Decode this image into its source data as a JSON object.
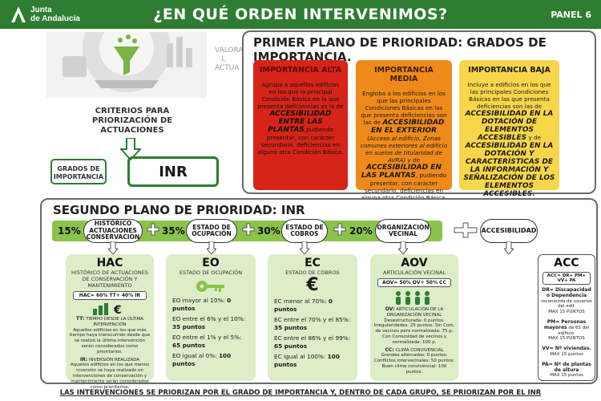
{
  "header": {
    "logo_text_1": "Junta",
    "logo_text_2": "de Andalucía",
    "title": "¿EN QUÉ ORDEN INTERVENIMOS?",
    "panel": "PANEL 6"
  },
  "left": {
    "faded_1": "VALORA",
    "faded_2": "L",
    "faded_3": "ACTUA",
    "criterios_1": "CRITERIOS PARA",
    "criterios_2": "PRIORIZACIÓN DE",
    "criterios_3": "ACTUACIONES",
    "grados_1": "GRADOS DE",
    "grados_2": "IMPORTANCIA",
    "inr": "INR"
  },
  "plan1": {
    "title": "PRIMER PLANO DE PRIORIDAD: GRADOS DE IMPORTANCIA.",
    "alta": {
      "title": "IMPORTANCIA ALTA",
      "t1": "Agrupa a aquellos edificios en los que la principal Condición Básica en la que presenta deficiencias es la de",
      "b1": "ACCESIBILIDAD ENTRE LAS PLANTAS",
      "t2": ",pudiendo presentar, con carácter secundario, deficiencias en alguna otra Condición Básica."
    },
    "media": {
      "title": "IMPORTANCIA MEDIA",
      "t1": "Engloba a los edificios en los que las principales Condiciones Básicas en las que presenta deficiencias son las de",
      "b1": "ACCESIBILIDAD EN EL EXTERIOR",
      "t2": "(Acceso al edificio, Zonas comunes exteriores al edificio en suelos de titularidad de AVRA) y de",
      "b2": "ACCESIBILIDAD EN LAS PLANTAS",
      "t3": ", pudiendo presentar, con carácter secundario, deficiencias en alguna otra Condición Básica."
    },
    "baja": {
      "title": "IMPORTANCIA BAJA",
      "t1": "Incluye a edificios en los que las principales Condiciones Básicas en las que presenta deficiencias son las de",
      "b1": "ACCESIBILIDAD EN LA DOTACIÓN DE ELEMENTOS ACCESIBLES",
      "t2": "y de",
      "b2": "ACCESIBILIDAD EN LA DOTACIÓN Y CARACTERÍSTICAS DE LA INFORMACIÓN Y SEÑALIZACIÓN DE LOS ELEMENTOS ACCESIBLES."
    }
  },
  "plan2": {
    "title": "SEGUNDO PLANO DE PRIORIDAD: INR",
    "pct1": "15%",
    "pill1": "HISTÓRICO ACTUACIONES CONSERVACIÓN",
    "pct2": "35%",
    "pill2": "ESTADO DE OCUPACIÓN",
    "pct3": "30%",
    "pill3": "ESTADO DE COBROS",
    "pct4": "20%",
    "pill4": "ORGANIZACIÓN VECINAL",
    "pill5": "ACCESIBILIDAD",
    "hac": {
      "title": "HAC",
      "sub": "HISTÓRICO DE ACTUACIONES DE CONSERVACIÓN Y MANTENIMIENTO",
      "formula": "HAC= 60% TT+ 40% IR",
      "tt_label": "TT:",
      "tt_text": "TIEMPO DESDE LA ÚLTIMA INTERVENCIÓN",
      "tt_desc": "Aquellos edificios en los que más tiempo haya transcurrido desde que se realizó la última intervención serán considerados como prioritarios.",
      "ir_label": "IR:",
      "ir_text": "INVERSIÓN REALIZADA",
      "ir_desc": "Aquellos edificios en los que menos inversión se haya realizado en intervenciones de conservación y mantenimiento serán considerados como prioritarios."
    },
    "eo": {
      "title": "EO",
      "sub": "ESTADO DE OCUPACIÓN",
      "r1": "EO mayor al 10%: ",
      "p1": "0 puntos",
      "r2": "EO entre el 6% y el 10%: ",
      "p2": "35 puntos",
      "r3": "EO entre el 1% y el 5%: ",
      "p3": "65 puntos",
      "r4": "EO igual al 0%: ",
      "p4": "100 puntos"
    },
    "ec": {
      "title": "EC",
      "sub": "ESTADO DE COBROS",
      "symbol": "€",
      "r1": "EC menor al 70%: ",
      "p1": "0 puntos",
      "r2": "EC entre el 70% y el 85%: ",
      "p2": "35 puntos",
      "r3": "EC entre el 86% y el 99%: ",
      "p3": "65 puntos",
      "r4": "EC igual al 100%: ",
      "p4": "100 puntos"
    },
    "aov": {
      "title": "AOV",
      "sub": "ARTICULACIÓN VECINAL",
      "formula": "AOV= 50% OV+ 50% CC",
      "ov_label": "OV:",
      "ov_text": "ARTICULACIÓN DE LA ORGANIZACIÓN VECINAL",
      "ov_desc": "Desestructurada: 0 puntos. Irregularidades: 25 puntos. Sin Com. de vecinos pero normalizada: 75 p. Con Comunidad de vecinos y normalizada: 100 p.",
      "cc_label": "CC:",
      "cc_text": "CLIMA CONVIVENCIAL",
      "cc_desc": "Grandes altercados: 0 puntos. Conflictos intervecinales: 50 puntos. Buen clima convivencial: 100 puntos."
    },
    "acc": {
      "title": "ACC",
      "formula": "ACC= DR+ PM+ VV+ PA",
      "dr_b": "DR= Discapacidad o Dependencia",
      "dr_t": "reconocida de usuarios del edif.",
      "dr_m": "MAX 15 PUNTOS",
      "pm_b": "PM= Personas mayores",
      "pm_t": "de 65 del edificio.",
      "pm_m": "MAX 15 PUNTOS",
      "vv_b": "VV= Nº viviendas.",
      "vv_m": "MAX 15 puntos",
      "pa_b": "PA= Nº de plantas de altura",
      "pa_m": "MAX 15 puntos"
    }
  },
  "footer": "LAS INTERVENCIONES SE PRIORIZAN POR EL GRADO DE IMPORTANCIA Y, DENTRO DE CADA GRUPO, SE PRIORIZAN POR EL INR",
  "colors": {
    "header_green": "#2e7d32",
    "light_green": "#dcedc8",
    "bar_green": "#8bc34a",
    "red": "#d62418",
    "orange": "#ef8a1a",
    "yellow": "#f8d64a"
  }
}
